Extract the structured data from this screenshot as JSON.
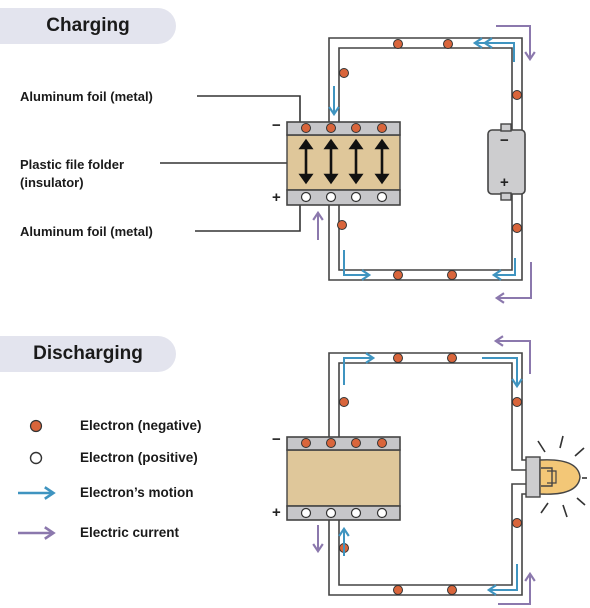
{
  "sections": {
    "charging": "Charging",
    "discharging": "Discharging"
  },
  "labels": {
    "foil_top": "Aluminum foil (metal)",
    "folder_line1": "Plastic file folder",
    "folder_line2": "(insulator)",
    "foil_bottom": "Aluminum foil (metal)"
  },
  "signs": {
    "minus": "−",
    "plus": "+"
  },
  "battery": {
    "minus": "−",
    "plus": "+"
  },
  "legend": {
    "electron_negative": "Electron (negative)",
    "electron_positive": "Electron (positive)",
    "electron_motion": "Electron’s motion",
    "electric_current": "Electric current"
  },
  "colors": {
    "electron_negative": "#d9653b",
    "electron_positive": "#ffffff",
    "electron_motion_arrow": "#3f94c0",
    "electric_current_arrow": "#8b78ad",
    "insulator": "#dfc79a",
    "foil": "#c6c6c9",
    "pill": "#e3e4ee",
    "wire": "#444444"
  }
}
